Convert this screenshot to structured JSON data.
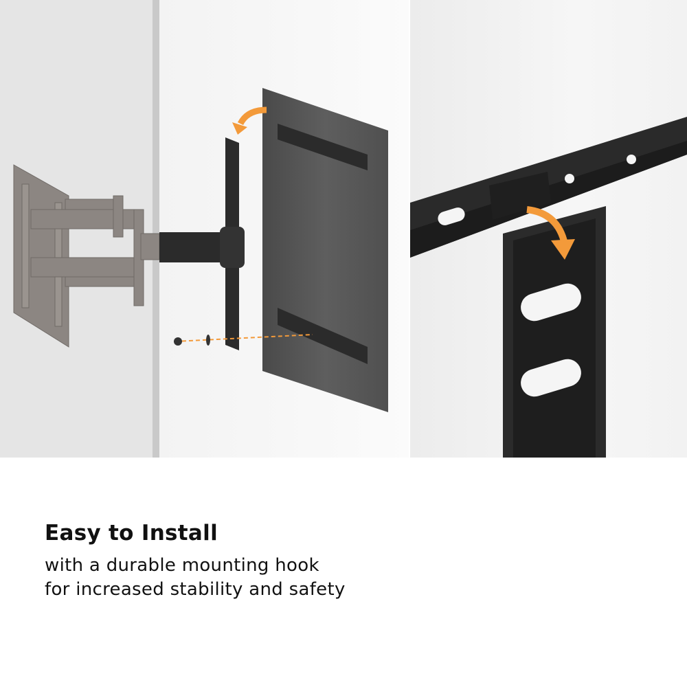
{
  "headline": "Easy to Install",
  "subline_1": "with a durable mounting hook",
  "subline_2": "for increased stability and safety",
  "colors": {
    "accent_arrow": "#f39a3a",
    "bracket": "#2b2b2b",
    "tv_back": "#555555",
    "wall_arm": "#8c8682"
  }
}
